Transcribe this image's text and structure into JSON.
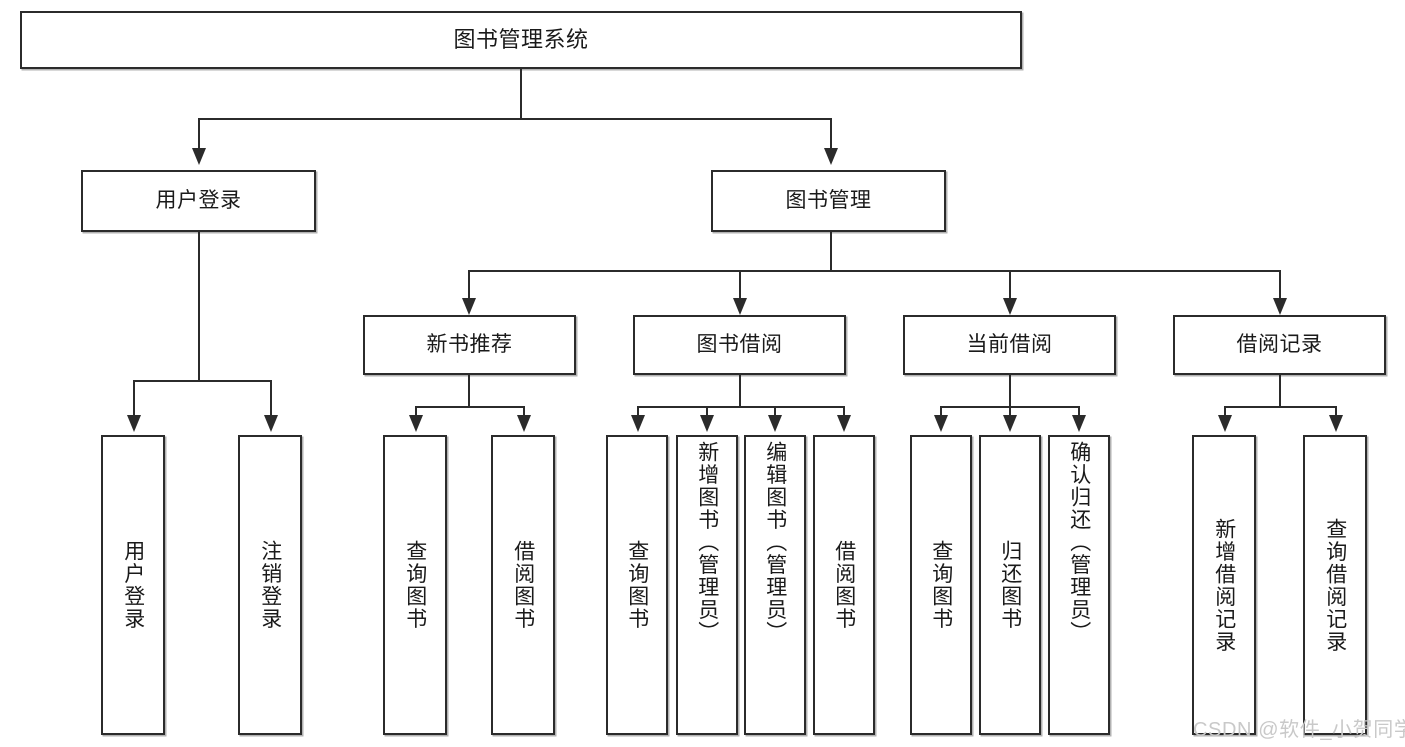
{
  "diagram": {
    "type": "tree-structure-chart",
    "title": "图书管理系统",
    "root": {
      "label": "图书管理系统"
    },
    "level2": [
      {
        "label": "用户登录"
      },
      {
        "label": "图书管理"
      }
    ],
    "level3": [
      {
        "label": "新书推荐"
      },
      {
        "label": "图书借阅"
      },
      {
        "label": "当前借阅"
      },
      {
        "label": "借阅记录"
      }
    ],
    "leaves": {
      "user_login": [
        {
          "label": "用户登录"
        },
        {
          "label": "注销登录"
        }
      ],
      "new_book_recommend": [
        {
          "label": "查询图书"
        },
        {
          "label": "借阅图书"
        }
      ],
      "book_borrow": [
        {
          "label": "查询图书"
        },
        {
          "label": "新增图书（管理员）"
        },
        {
          "label": "编辑图书（管理员）"
        },
        {
          "label": "借阅图书"
        }
      ],
      "current_borrow": [
        {
          "label": "查询图书"
        },
        {
          "label": "归还图书"
        },
        {
          "label": "确认归还（管理员）"
        }
      ],
      "borrow_record": [
        {
          "label": "新增借阅记录"
        },
        {
          "label": "查询借阅记录"
        }
      ]
    }
  },
  "watermark": {
    "text": "CSDN @软件_小贺同学"
  },
  "colors": {
    "stroke": "#2b2b2b",
    "background": "#ffffff",
    "text": "#1a1a1a",
    "watermark": "#c9c9c9"
  }
}
